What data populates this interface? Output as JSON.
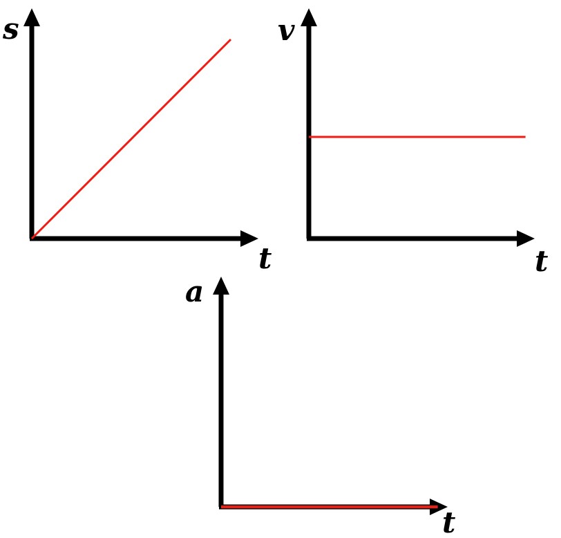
{
  "colors": {
    "axis": "#000000",
    "series": "#ee1c12"
  },
  "chart_data": [
    {
      "type": "line",
      "xlabel": "t",
      "ylabel": "s",
      "grid": false,
      "xlim": [
        0,
        10
      ],
      "ylim": [
        0,
        10
      ],
      "series": [
        {
          "x": [
            0,
            9.0
          ],
          "y": [
            0,
            9.6
          ]
        }
      ]
    },
    {
      "type": "line",
      "xlabel": "t",
      "ylabel": "v",
      "grid": false,
      "xlim": [
        0,
        10
      ],
      "ylim": [
        0,
        10
      ],
      "series": [
        {
          "x": [
            0,
            9.8
          ],
          "y": [
            4.9,
            4.9
          ]
        }
      ]
    },
    {
      "type": "line",
      "xlabel": "t",
      "ylabel": "a",
      "grid": false,
      "xlim": [
        0,
        10
      ],
      "ylim": [
        0,
        10
      ],
      "series": [
        {
          "x": [
            0,
            9.8
          ],
          "y": [
            0,
            0
          ]
        }
      ]
    }
  ]
}
